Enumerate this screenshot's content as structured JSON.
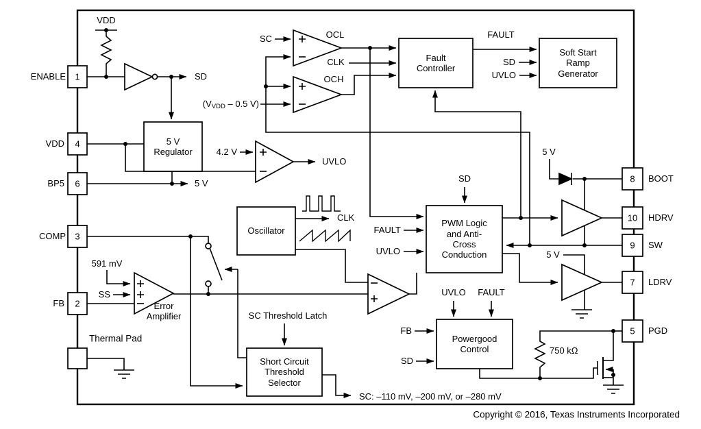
{
  "ic": {
    "pins_left": [
      {
        "label": "ENABLE",
        "number": "1"
      },
      {
        "label": "VDD",
        "number": "4"
      },
      {
        "label": "BP5",
        "number": "6"
      },
      {
        "label": "COMP",
        "number": "3"
      },
      {
        "label": "FB",
        "number": "2"
      }
    ],
    "pins_right": [
      {
        "number": "8",
        "label": "BOOT"
      },
      {
        "number": "10",
        "label": "HDRV"
      },
      {
        "number": "9",
        "label": "SW"
      },
      {
        "number": "7",
        "label": "LDRV"
      },
      {
        "number": "5",
        "label": "PGD"
      }
    ],
    "thermal_pad_label": "Thermal Pad",
    "blocks": {
      "regulator": "5 V Regulator",
      "fault_controller": "Fault Controller",
      "soft_start": "Soft Start Ramp Generator",
      "oscillator": "Oscillator",
      "pwm": "PWM Logic and Anti-Cross Conduction",
      "sc_selector": "Short Circuit Threshold Selector",
      "powergood": "Powergood Control",
      "error_amplifier": "Error Amplifier"
    },
    "signals": {
      "vdd_pullup": "VDD",
      "sd_out": "SD",
      "sc_in": "SC",
      "ocl": "OCL",
      "clk_fault": "CLK",
      "och": "OCH",
      "vvdd_pre": "(V",
      "vvdd_sub": "VDD",
      "vvdd_post": " – 0.5 V)",
      "fault_to_ss": "FAULT",
      "sd_to_ss": "SD",
      "uvlo_to_ss": "UVLO",
      "v42": "4.2 V",
      "uvlo_out": "UVLO",
      "v5_bp5": "5 V",
      "clk_osc": "CLK",
      "fault_to_pwm": "FAULT",
      "uvlo_to_pwm": "UVLO",
      "sd_to_pwm": "SD",
      "v5_boot": "5 V",
      "v5_ldrv": "5 V",
      "ref_591": "591 mV",
      "ss_in": "SS",
      "sc_threshold_latch": "SC Threshold Latch",
      "sc_thresholds": "SC: –110 mV, –200 mV, or –280 mV",
      "uvlo_to_pg": "UVLO",
      "fault_to_pg": "FAULT",
      "fb_to_pg": "FB",
      "sd_to_pg": "SD",
      "r750": "750 kΩ"
    },
    "copyright": "Copyright © 2016, Texas Instruments Incorporated",
    "colors": {
      "line": "#000000",
      "background": "#ffffff"
    }
  }
}
